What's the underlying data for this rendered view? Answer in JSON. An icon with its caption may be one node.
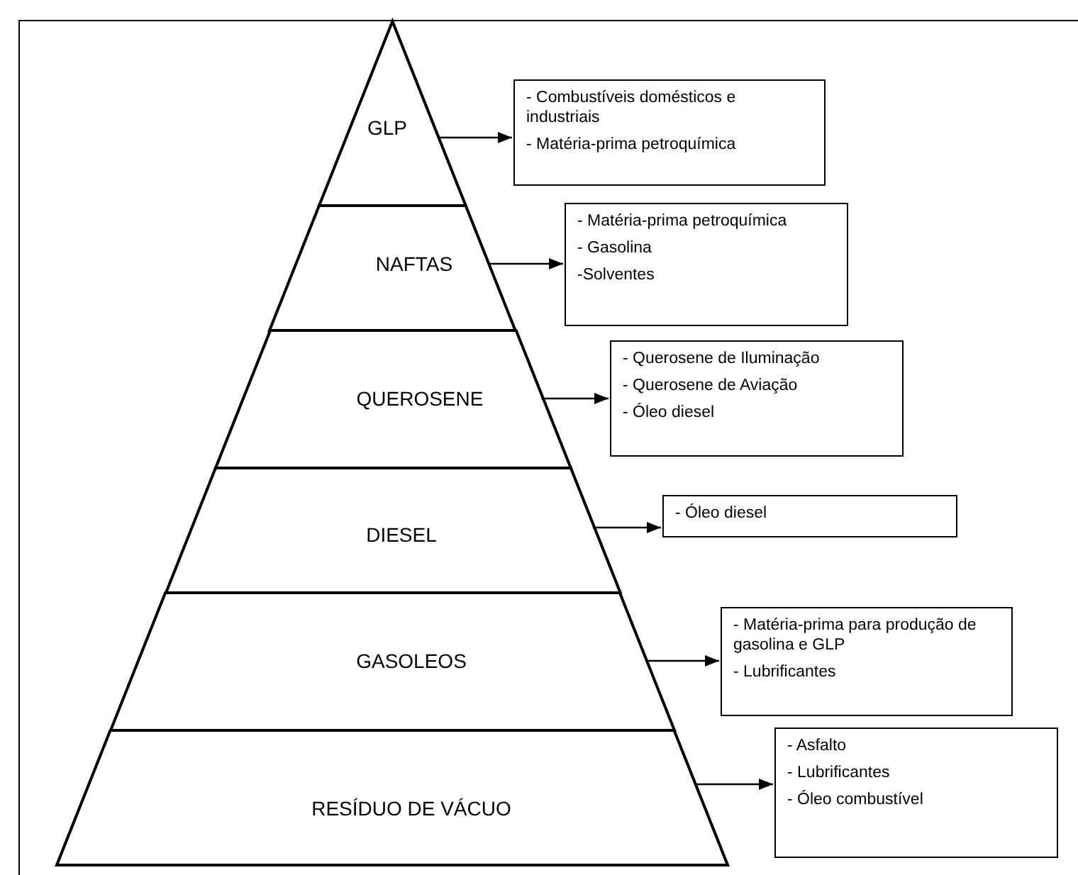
{
  "diagram": {
    "nodes": [
      {
        "text": [
          "GLP"
        ]
      },
      {
        "text": [
          "NAFTAS"
        ]
      },
      {
        "text": [
          "QUEROSENE"
        ]
      },
      {
        "text": [
          "DIESEL"
        ]
      },
      {
        "text": [
          "GASOLEOS"
        ]
      },
      {
        "text": [
          "RESÍDUO DE VÁCUO"
        ]
      },
      {
        "text": [
          "- Combustíveis domésticos e industriais",
          "- Matéria-prima petroquímica"
        ]
      },
      {
        "text": [
          "- Matéria-prima petroquímica",
          "- Gasolina",
          "-Solventes"
        ]
      },
      {
        "text": [
          "- Querosene de Iluminação",
          "- Querosene de Aviação",
          "- Óleo diesel"
        ]
      },
      {
        "text": [
          "- Óleo diesel"
        ]
      },
      {
        "text": [
          "- Matéria-prima para produção de gasolina e GLP",
          "- Lubrificantes"
        ]
      },
      {
        "text": [
          "- Asfalto",
          "- Lubrificantes",
          "- Óleo combustível"
        ]
      }
    ],
    "edges": [
      {
        "from": 0,
        "to": 6,
        "arrow": "to"
      },
      {
        "from": 1,
        "to": 7,
        "arrow": "to"
      },
      {
        "from": 2,
        "to": 8,
        "arrow": "to"
      },
      {
        "from": 3,
        "to": 9,
        "arrow": "to"
      },
      {
        "from": 4,
        "to": 10,
        "arrow": "to"
      },
      {
        "from": 5,
        "to": 11,
        "arrow": "to"
      }
    ]
  }
}
